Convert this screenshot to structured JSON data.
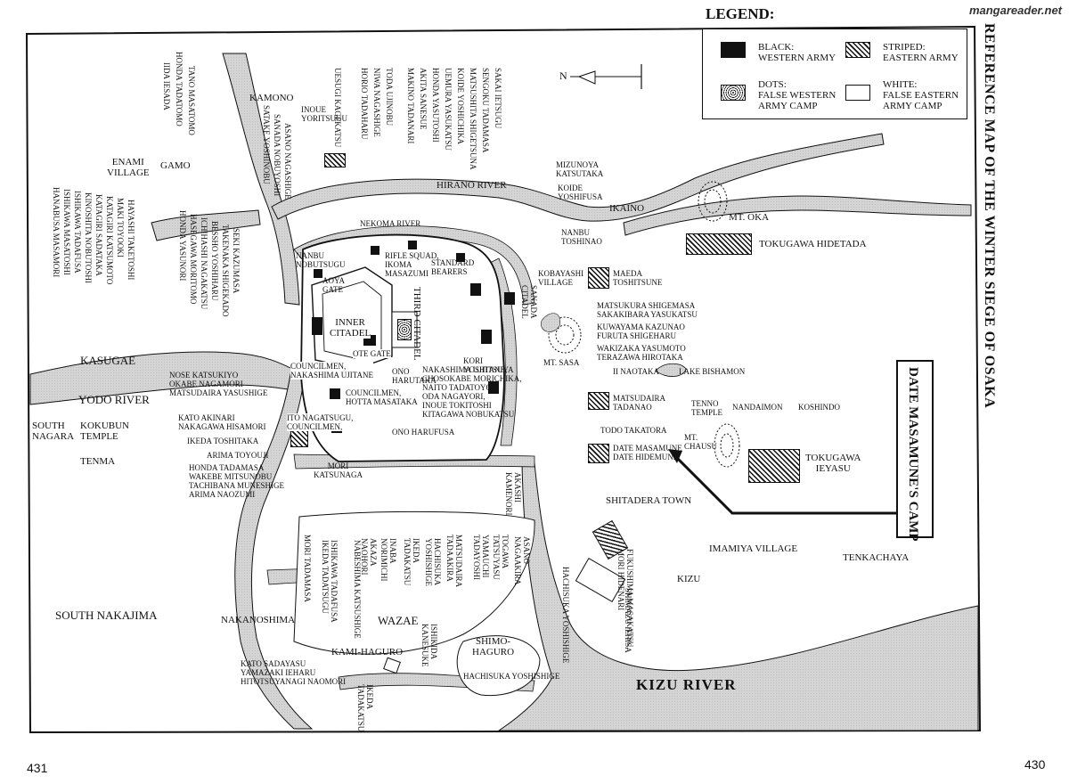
{
  "watermark": "mangareader.net",
  "legend": {
    "title": "LEGEND:",
    "items": [
      {
        "label": "BLACK:\nWESTERN ARMY",
        "style": "black"
      },
      {
        "label": "STRIPED:\nEASTERN ARMY",
        "style": "striped"
      },
      {
        "label": "DOTS:\nFALSE WESTERN\nARMY CAMP",
        "style": "dots"
      },
      {
        "label": "WHITE:\nFALSE EASTERN\nARMY CAMP",
        "style": "white"
      }
    ]
  },
  "map_title": "REFERENCE MAP OF THE WINTER SIEGE OF OSAKA",
  "callout": "DATE MASAMUNE'S CAMP",
  "north_marker": "N",
  "page_left": "431",
  "page_right": "430",
  "places": {
    "enami": "ENAMI\nVILLAGE",
    "gamo": "GAMO",
    "kamono": "KAMONO",
    "kasugae": "KASUGAE",
    "yodo_river": "YODO RIVER",
    "south_nagara": "SOUTH\nNAGARA",
    "kokubun": "KOKUBUN\nTEMPLE",
    "tenma": "TENMA",
    "south_nakajima": "SOUTH NAKAJIMA",
    "nakanoshima": "NAKANOSHIMA",
    "kami_haguro": "KAMI-HAGURO",
    "wazae": "WAZAE",
    "shimo_haguro": "SHIMO-\nHAGURO",
    "kizu_river": "KIZU RIVER",
    "hirano_river": "HIRANO RIVER",
    "nekoma_river": "NEKOMA RIVER",
    "ikaino": "IKAINO",
    "mt_oka": "MT. OKA",
    "kobayashi": "KOBAYASHI\nVILLAGE",
    "mt_sasa": "MT. SASA",
    "lake_bishamon": "LAKE BISHAMON",
    "tenno_temple": "TENNO\nTEMPLE",
    "nandaimon": "NANDAIMON",
    "koshindo": "KOSHINDO",
    "mt_chausu": "MT.\nCHAUSU",
    "shitadera": "SHITADERA TOWN",
    "imamiya": "IMAMIYA VILLAGE",
    "tenkachaya": "TENKACHAYA",
    "kizu": "KIZU",
    "inner_citadel": "INNER\nCITADEL",
    "third_citadel": "THIRD CITADEL",
    "sanada_citadel": "SANADA\nCITADEL",
    "aoya_gate": "AOYA\nGATE",
    "ote_gate": "OTE GATE"
  },
  "commanders": {
    "tokugawa_hidetada": "TOKUGAWA HIDETADA",
    "tokugawa_ieyasu": "TOKUGAWA\nIEYASU",
    "maeda": "MAEDA\nTOSHITSUNE",
    "matsukura": "MATSUKURA SHIGEMASA\nSAKAKIBARA YASUKATSU",
    "kuwayama": "KUWAYAMA KAZUNAO\nFURUTA SHIGEHARU",
    "wakizaka": "WAKIZAKA YASUMOTO\nTERAZAWA HIROTAKA",
    "ii": "II NAOTAKA",
    "matsudaira_tadanao": "MATSUDAIRA\nTADANAO",
    "todo": "TODO TAKATORA",
    "date": "DATE MASAMUNE\nDATE HIDEMUNE",
    "mizunoya": "MIZUNOYA\nKATSUTAKA",
    "koide_yoshifusa": "KOIDE\nYOSHIFUSA",
    "nanbu_toshinao": "NANBU\nTOSHINAO",
    "nanbu_nobutsugu": "NANBU\nNOBUTSUGU",
    "inoue": "INOUE\nYORITSUGU",
    "uesugi": "UESUGI KAGEKATSU",
    "nose": "NOSE KATSUKIYO\nOKABE NAGAMORI\nMATSUDAIRA YASUSHIGE",
    "kato_akinari": "KATO AKINARI\nNAKAGAWA HISAMORI",
    "ikeda_toshitaka": "IKEDA TOSHITAKA",
    "arima_toyouji": "ARIMA TOYOUJI",
    "honda_tadamasa": "HONDA TADAMASA\nWAKEBE MITSUNOBU\nTACHIBANA MUNESHIGE\nARIMA NAOZUMI",
    "ito": "ITO NAGATSUGU,\nCOUNCILMEN,",
    "councilmen_hotta": "COUNCILMEN,\nHOTTA MASATAKA",
    "councilmen_nakashima": "COUNCILMEN,\nNAKASHIMA UJITANE",
    "ono_harutaka": "ONO\nHARUTAKA",
    "kori": "KORI\nYOSHITSUYA",
    "mori_katsunaga": "MORI\nKATSUNAGA",
    "akashi": "AKASHI\nKAMENORI",
    "fukushima": "FUKUSHIMA MASAKATSU,\nMORI HIDENARI",
    "shimazu": "SHIMAZU IEHISA",
    "hachisuka_v": "HACHISUKA YOSHISHIGE",
    "hachisuka_h": "HACHISUKA YOSHISHIGE",
    "ishikida": "ISHIKIDA\nKANESUKE",
    "kato_sadayasu": "KATO SADAYASU\nYAMAZAKI IEHARU\nHITOTSUYANAGI NAOMORI",
    "ikeda_tadakatsu": "IKEDA\nTADAKATSU",
    "standard_bearers": "STANDARD\nBEARERS",
    "rifle_squad": "RIFLE SQUAD,\nIKOMA\nMASAZUMI",
    "ono_harufusa": "ONO HARUFUSA",
    "nakashima_block": "NAKASHIMA UJITANE,\nCHOSOKABE MORICHIKA,\nNAITO TADATOYO\nODA NAGAYORI,\nINOUE TOKITOSHI\nKITAGAWA NOBUKATSU"
  },
  "vertical_names": {
    "top_left_a": "HONDA TADATOMO",
    "top_left_b": "TANO MASATOMO",
    "top_left_c": "IIDA IESADA",
    "satake": "SATAKE YOSHINOBU",
    "sanada_nobuyoshi": "SANADA NOBUYOSHI",
    "asano_nagashige": "ASANO NAGASHIGE",
    "horio": "HORIO TADAHARU",
    "niwa": "NIWA NAGASHIGE",
    "toda": "TODA UJINOBU",
    "makino": "MAKINO TADANARI",
    "akita": "AKITA SANESUE",
    "honda_yasutoshi": "HONDA YASUTOSHI",
    "uemura": "UEMURA YASUKATSU",
    "koide_yoshichika": "KOIDE YOSHICHIKA",
    "matsushita": "MATSUSHITA SHIGETSUNA",
    "sengoku": "SENGOKU TADAMASA",
    "sakai": "SAKAI IETSUGU",
    "hanabusa": "HANABUSA MASAMORI",
    "ishikawa_masatoshi": "ISHIKAWA MASATOSHI",
    "ishikawa_tadafusa": "ISHIKAWA TADAFUSA",
    "kinoshita": "KINOSHITA NOBUTOSHI",
    "katagiri": "KATAGIRI SADATAKA",
    "katagiri_katsumoto": "KATAGIRI KATSUMOTO",
    "maki": "MAKI TOYOOKI",
    "hayashi": "HAYASHI TAKETOSHI",
    "honda_yasunori": "HONDA YASUNORI",
    "hasegawa": "HASEGAWA MORITOMO",
    "ichihashi": "ICHIHASHI NAGAKATSU",
    "besshyo": "BESSHO YOSHIHARU",
    "takenaka": "TAKENAKA SHIGEKADO",
    "seki": "SEKI KAZUMASA",
    "mori_tadamasa": "MORI TADAMASA",
    "ishikawa_ikeda": "ISHIKAWA TADAFUSA\nIKEDA TADATSUGU",
    "nabeshima": "NABESHIMA KATSUSHIGE",
    "akaza": "AKAZA\nNAOHORI",
    "inaba": "INABA\nNORIMICHI",
    "ikeda_tadakatsu_v": "IKEDA\nTADAKATSU",
    "hachisuka_v2": "HACHISUKA\nYOSHISHIGE",
    "matsudaira_tadaakira": "MATSUDAIRA\nTADAAKIRA",
    "yamauchi": "YAMAUCHI\nTADAYOSHI",
    "togawa": "TOGAWA\nTATSUYASU",
    "asano_nagaakira": "ASANO\nNAGAAKIRA"
  }
}
